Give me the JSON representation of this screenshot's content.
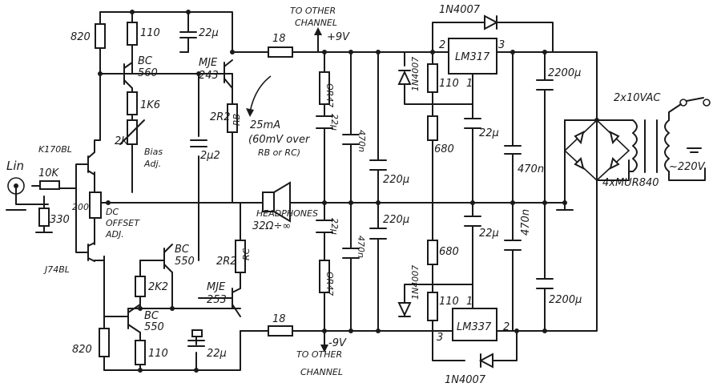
{
  "input": {
    "label": "Lin",
    "r_series": "10K",
    "r_shunt": "330"
  },
  "jfets": {
    "top": "K170BL",
    "bottom": "J74BL"
  },
  "offset": {
    "pot": "200",
    "label1": "DC",
    "label2": "OFFSET",
    "label3": "ADJ."
  },
  "upper": {
    "r_top_left": "820",
    "r_top_mid": "110",
    "cap_top": "22μ",
    "q_bc560_1": "BC",
    "q_bc560_2": "560",
    "r_1k6": "1K6",
    "pot_2k": "2K",
    "bias1": "Bias",
    "bias2": "Adj.",
    "cap_2u2": "2μ2",
    "q_mje243_1": "MJE",
    "q_mje243_2": "243",
    "rb": "RB",
    "rb_val": "2R2"
  },
  "lower": {
    "r_bot_left": "820",
    "r_bot_mid": "110",
    "cap_bot": "22μ",
    "q_bc550a_1": "BC",
    "q_bc550a_2": "550",
    "q_bc550b_1": "BC",
    "q_bc550b_2": "550",
    "r_2k2": "2K2",
    "q_mje253_1": "MJE",
    "q_mje253_2": "253",
    "rc": "RC",
    "rc_val": "2R2"
  },
  "output": {
    "r18_top": "18",
    "r18_bot": "18",
    "headphones": "HEADPHONES",
    "impedance": "32Ω÷∞",
    "note1": "25mA",
    "note2": "(60mV over",
    "note3": "RB or RC)"
  },
  "rails": {
    "top_to1": "TO OTHER",
    "top_to2": "CHANNEL",
    "plus": "+9V",
    "bot_to1": "TO OTHER",
    "bot_to2": "CHANNEL",
    "minus": "-9V"
  },
  "decoupling": {
    "or47_top": "OR47",
    "or47_bot": "OR47",
    "c22_top": "22μ",
    "c22_bot": "22μ",
    "c470_top": "470n",
    "c470_bot": "470n",
    "c220_top": "220μ",
    "c220_bot": "220μ"
  },
  "regulators": {
    "pos": "LM317",
    "neg": "LM337",
    "pin1": "1",
    "pin2": "2",
    "pin3": "3",
    "d_top": "1N4007",
    "d_bot": "1N4007",
    "d_side_top": "1N4007",
    "d_side_bot": "1N4007",
    "r110_top": "110",
    "r110_bot": "110",
    "r680_top": "680",
    "r680_bot": "680",
    "c22_top": "22μ",
    "c22_bot": "22μ"
  },
  "supply": {
    "c470_top": "470n",
    "c470_bot": "470n",
    "c2200_top": "2200μ",
    "c2200_bot": "2200μ",
    "bridge": "4xMUR840",
    "transformer": "2x10VAC",
    "mains": "~220V"
  }
}
